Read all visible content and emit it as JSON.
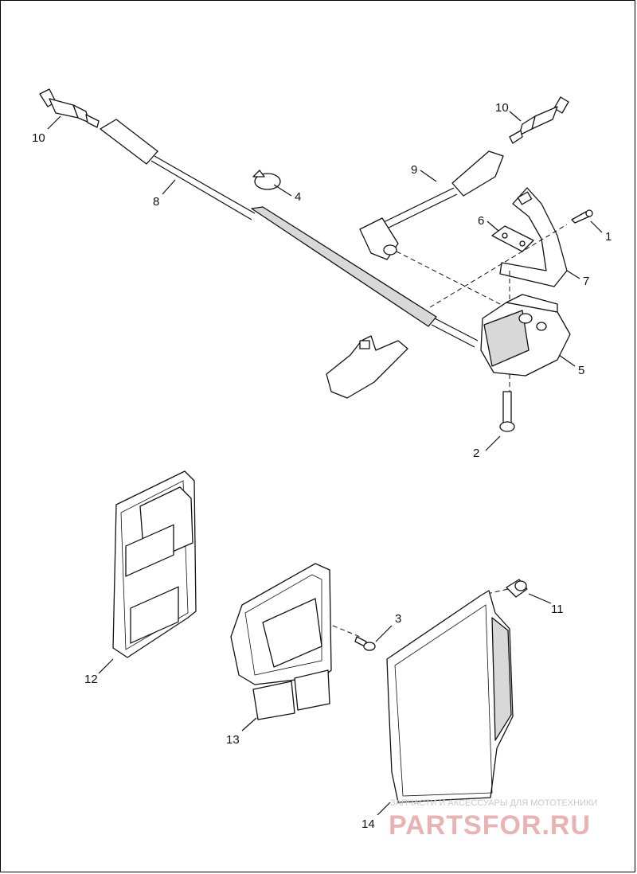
{
  "labels": {
    "p1": "1",
    "p2": "2",
    "p3": "3",
    "p4": "4",
    "p5": "5",
    "p6": "6",
    "p7": "7",
    "p8": "8",
    "p9": "9",
    "p10a": "10",
    "p10b": "10",
    "p11": "11",
    "p12": "12",
    "p13": "13",
    "p14": "14"
  },
  "watermark": {
    "subtitle": "ЗАПЧАСТИ И АКСЕССУАРЫ ДЛЯ МОТОТЕХНИКИ",
    "brand": "PARTSFOR.RU"
  },
  "colors": {
    "line": "#111111",
    "watermark_brand": "#e9b3b3",
    "watermark_subtitle": "#c9c9c9"
  }
}
